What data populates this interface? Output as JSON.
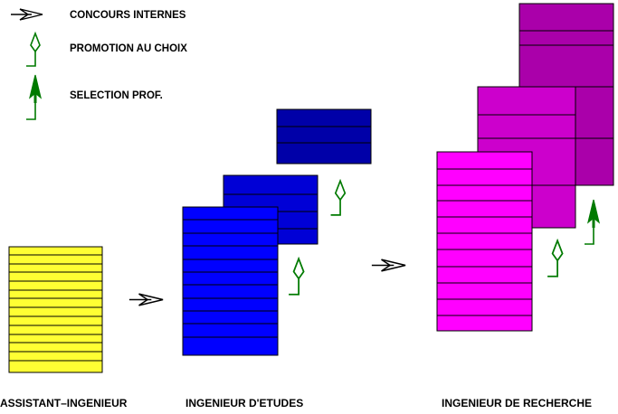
{
  "legend": {
    "items": [
      {
        "icon": "open-arrow-icon",
        "label": "CONCOURS INTERNES"
      },
      {
        "icon": "outline-promotion-arrow-icon",
        "label": "PROMOTION AU CHOIX"
      },
      {
        "icon": "filled-selection-arrow-icon",
        "label": "SELECTION PROF."
      }
    ]
  },
  "grades": [
    {
      "label": "ASSISTANT–INGENIEUR"
    },
    {
      "label": "INGENIEUR D'ETUDES"
    },
    {
      "label": "INGENIEUR DE RECHERCHE"
    }
  ],
  "colors": {
    "assistant": "#ffff33",
    "etudes_1": "#0000ff",
    "etudes_2": "#0000d6",
    "etudes_3": "#0000a8",
    "recherche_1": "#ff00ff",
    "recherche_2": "#cc00cc",
    "recherche_3": "#aa00aa",
    "arrow_green": "#007a00",
    "ink": "#000000"
  }
}
